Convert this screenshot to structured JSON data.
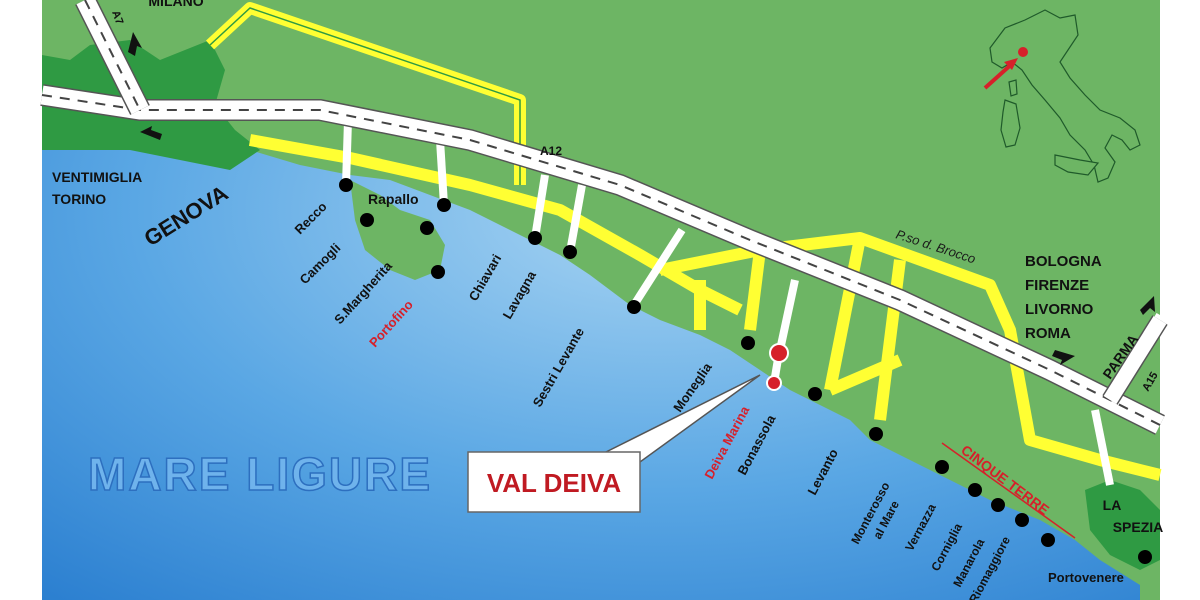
{
  "colors": {
    "land": "#6db564",
    "land_dark": "#2f9a43",
    "sea_light": "#8fc4ec",
    "sea_dark": "#2d86d6",
    "highway": "#ffffff",
    "secondary_road": "#ffff33",
    "town_dot": "#000000",
    "highlight": "#d6202a",
    "label_dark": "#1a1a1a"
  },
  "regions": {
    "sea": "MARE LIGURE",
    "city": "GENOVA",
    "la_spezia": "LA SPEZIA",
    "cinque_terre": "CINQUE TERRE"
  },
  "directions": {
    "milano": "MILANO",
    "ventimiglia": "VENTIMIGLIA",
    "torino": "TORINO",
    "bologna": "BOLOGNA",
    "firenze": "FIRENZE",
    "livorno": "LIVORNO",
    "roma": "ROMA",
    "parma": "PARMA"
  },
  "roads": {
    "a7": "A7",
    "a12": "A12",
    "a15": "A15",
    "pass": "P.so d. Brocco"
  },
  "towns": {
    "recco": "Recco",
    "camogli": "Camogli",
    "rapallo": "Rapallo",
    "santa_margherita": "S.Margherita",
    "portofino": "Portofino",
    "chiavari": "Chiavari",
    "lavagna": "Lavagna",
    "sestri_levante": "Sestri Levante",
    "moneglia": "Moneglia",
    "deiva_marina": "Deiva Marina",
    "bonassola": "Bonassola",
    "levanto": "Levanto",
    "monterosso": "Monterosso",
    "monterosso_2": "al Mare",
    "vernazza": "Vernazza",
    "corniglia": "Corniglia",
    "manarola": "Manarola",
    "riomaggiore": "Riomaggiore",
    "portovenere": "Portovenere"
  },
  "callout": {
    "label": "VAL DEIVA"
  },
  "inset": {
    "icon": "italy-locator-map-icon"
  }
}
